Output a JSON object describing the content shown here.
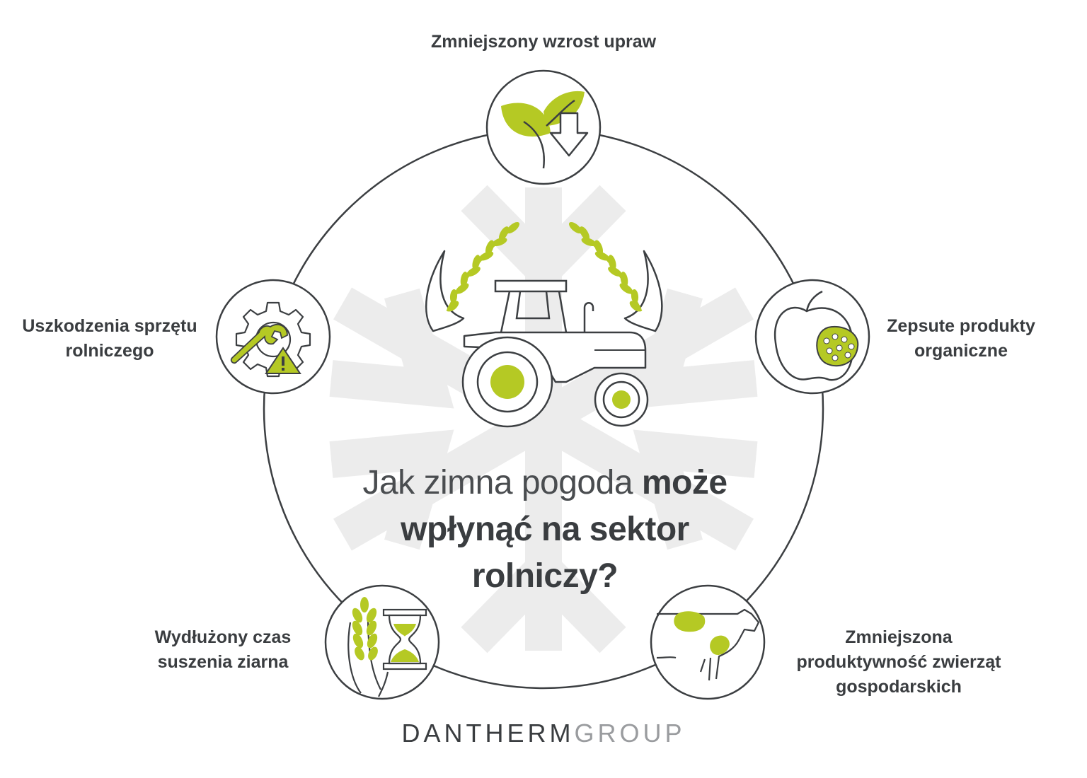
{
  "title": {
    "line1_light": "Jak zimna pogoda ",
    "line1_bold": "może",
    "line2": "wpłynąć na sektor",
    "line3": "rolniczy?"
  },
  "nodes": {
    "top": {
      "lines": [
        "Zmniejszony wzrost upraw"
      ],
      "icon": "leaf-down-arrow-icon"
    },
    "right": {
      "lines": [
        "Zepsute produkty",
        "organiczne"
      ],
      "icon": "rotten-apple-icon"
    },
    "bottom_right": {
      "lines": [
        "Zmniejszona",
        "produktywność zwierząt",
        "gospodarskich"
      ],
      "icon": "cow-icon"
    },
    "bottom_left": {
      "lines": [
        "Wydłużony czas",
        "suszenia ziarna"
      ],
      "icon": "wheat-hourglass-icon"
    },
    "left": {
      "lines": [
        "Uszkodzenia sprzętu",
        "rolniczego"
      ],
      "icon": "gear-wrench-warning-icon"
    }
  },
  "center_icon": "tractor-wheat-icon",
  "background_icon": "snowflake-icon",
  "brand": {
    "part1": "DANTHERM",
    "part2": "GROUP"
  },
  "colors": {
    "accent": "#b5c924",
    "text": "#3a3d40",
    "line": "#3c3f42",
    "snowflake": "#ececec",
    "brand_light": "#9a9c9f"
  }
}
